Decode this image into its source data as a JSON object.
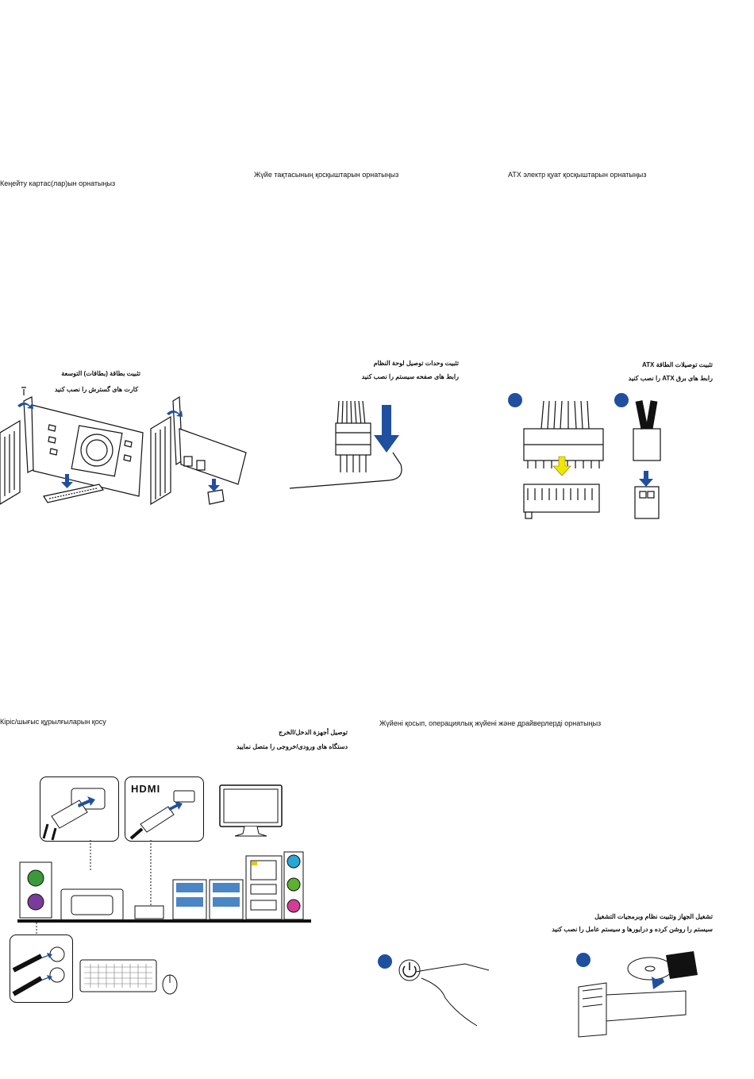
{
  "sections": {
    "expansion": {
      "kz_title": "Кеңейту картас(лар)ын орнатыңыз",
      "ar_title": "تثبيت بطاقة (بطاقات) التوسعة",
      "fa_title": "کارت های گسترش را نصب کنید"
    },
    "panel": {
      "kz_title": "Жүйе тақтасының қосқыштарын орнатыңыз",
      "ar_title": "تثبيت وحدات توصيل لوحة النظام",
      "fa_title": "رابط های صفحه سیستم را نصب کنید"
    },
    "atx": {
      "kz_title": "ATX электр қуат қосқыштарын орнатыңыз",
      "ar_title": "تثبيت توصيلات الطاقة ATX",
      "fa_title": "رابط های برق ATX را نصب کنید"
    },
    "io": {
      "kz_title": "Кіріс/шығыс құрылғыларын қосу",
      "ar_title": "توصيل أجهزة الدخل/الخرج",
      "fa_title": "دستگاه های ورودی/خروجی را متصل نمایید",
      "hdmi_logo": "HDMI"
    },
    "power": {
      "kz_title": "Жүйені қосып, операциялық жүйені және драйверлерді орнатыңыз",
      "ar_title": "تشغيل الجهاز وتثبيت نظام وبرمجيات التشغيل",
      "fa_title": "سیستم را روشن کرده و درایورها و سیستم عامل را نصب کنید"
    }
  },
  "colors": {
    "arrow_blue": "#1f4f9e",
    "arrow_yellow": "#f2e600",
    "ps2_green": "#3a9a3a",
    "ps2_purple": "#7a3c9a",
    "jack_blue": "#2aa6d6",
    "jack_green": "#5bb030",
    "jack_pink": "#d43c96",
    "led_yellow": "#f0c400"
  }
}
